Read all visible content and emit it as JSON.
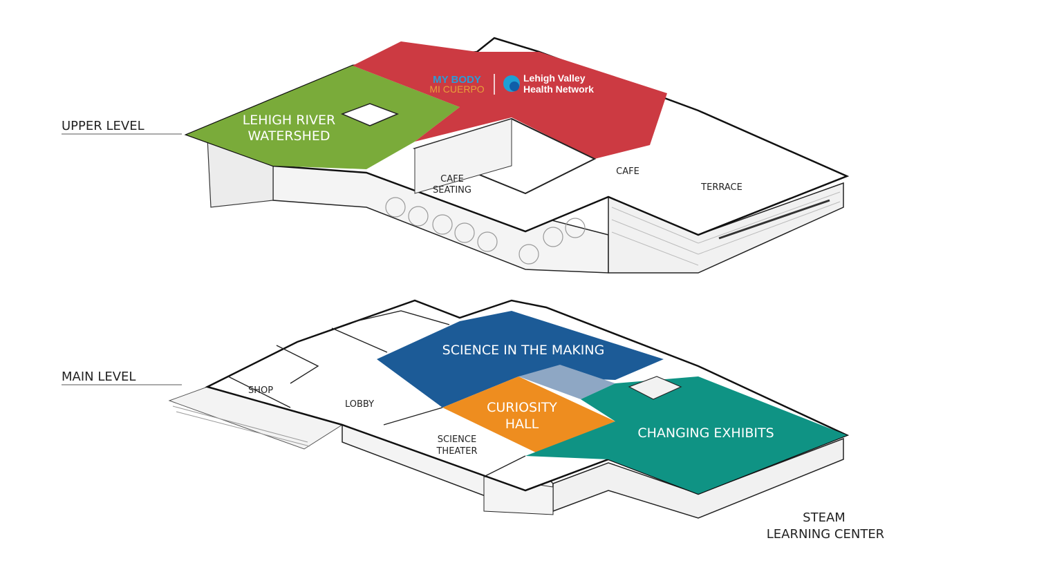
{
  "levels": {
    "upper": "UPPER LEVEL",
    "main": "MAIN LEVEL"
  },
  "upper": {
    "zones": {
      "watershed": [
        "LEHIGH RIVER",
        "WATERSHED"
      ],
      "cafe_seating": [
        "CAFE",
        "SEATING"
      ],
      "cafe": "CAFE",
      "terrace": "TERRACE"
    },
    "sponsor": {
      "my_body": "MY BODY",
      "mi_cuerpo": "MI CUERPO",
      "lvhn_line1": "Lehigh Valley",
      "lvhn_line2": "Health Network"
    }
  },
  "main": {
    "zones": {
      "science_making": "SCIENCE IN THE MAKING",
      "curiosity": [
        "CURIOSITY",
        "HALL"
      ],
      "changing": "CHANGING EXHIBITS",
      "shop": "SHOP",
      "lobby": "LOBBY",
      "theater": [
        "SCIENCE",
        "THEATER"
      ],
      "steam": [
        "STEAM",
        "LEARNING CENTER"
      ]
    }
  },
  "colors": {
    "watershed_green": "#7aab3a",
    "body_red": "#cc3a42",
    "science_blue": "#1c5b97",
    "curiosity_orange": "#ee8d1f",
    "changing_teal": "#0f9384",
    "overlap_blue": "#8ea7c4",
    "my_body_blue": "#2b9bd8",
    "mi_cuerpo_orange": "#e8a13a"
  }
}
